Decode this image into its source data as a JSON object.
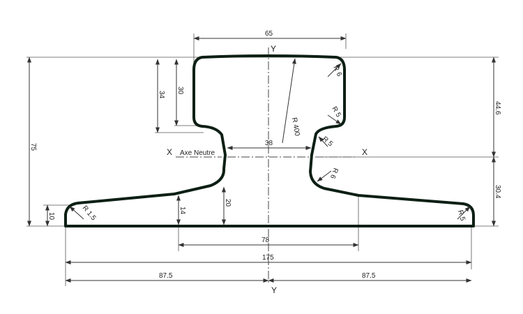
{
  "axes": {
    "y_top": "Y",
    "y_bottom": "Y",
    "x_left": "X",
    "x_right": "X",
    "neutral": "Axe Neutre"
  },
  "dimensions": {
    "head_width": "65",
    "web_thickness": "38",
    "base_center": "78",
    "base_width": "175",
    "half_left": "87.5",
    "half_right": "87.5",
    "total_height": "75",
    "head_depth_34": "34",
    "head_depth_30": "30",
    "upper_height": "44.6",
    "lower_height": "30.4",
    "web_base_20": "20",
    "flange_14": "14",
    "flange_edge_10": "10"
  },
  "radii": {
    "head_corner": "R 6",
    "head_under": "R 5",
    "web_top": "R 5",
    "web_bottom": "R 6",
    "crown": "R 400",
    "foot_left": "R 1.5",
    "foot_right": "R 5"
  },
  "colors": {
    "profile": "#0d1f14",
    "lines": "#333333"
  }
}
